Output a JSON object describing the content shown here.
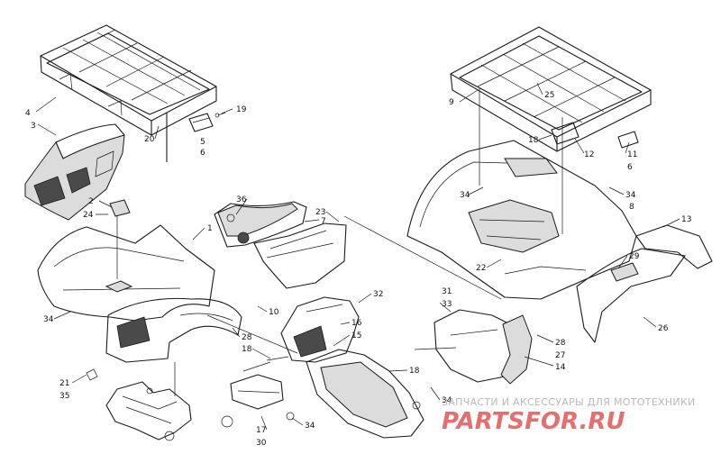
{
  "diagram": {
    "callouts": [
      {
        "id": "c4",
        "text": "4"
      },
      {
        "id": "c3",
        "text": "3"
      },
      {
        "id": "c19",
        "text": "19"
      },
      {
        "id": "c20",
        "text": "20"
      },
      {
        "id": "c5",
        "text": "5"
      },
      {
        "id": "c6a",
        "text": "6"
      },
      {
        "id": "c2",
        "text": "2"
      },
      {
        "id": "c24",
        "text": "24"
      },
      {
        "id": "c1",
        "text": "1"
      },
      {
        "id": "c36",
        "text": "36"
      },
      {
        "id": "c7",
        "text": "7"
      },
      {
        "id": "c23",
        "text": "23"
      },
      {
        "id": "c34a",
        "text": "34"
      },
      {
        "id": "c10",
        "text": "10"
      },
      {
        "id": "c28a",
        "text": "28"
      },
      {
        "id": "c18a",
        "text": "18"
      },
      {
        "id": "c21",
        "text": "21"
      },
      {
        "id": "c35",
        "text": "35"
      },
      {
        "id": "c17",
        "text": "17"
      },
      {
        "id": "c30",
        "text": "30"
      },
      {
        "id": "c34b",
        "text": "34"
      },
      {
        "id": "c32",
        "text": "32"
      },
      {
        "id": "c16",
        "text": "16"
      },
      {
        "id": "c15",
        "text": "15"
      },
      {
        "id": "c18b",
        "text": "18"
      },
      {
        "id": "c31",
        "text": "31"
      },
      {
        "id": "c33",
        "text": "33"
      },
      {
        "id": "c34c",
        "text": "34"
      },
      {
        "id": "c9",
        "text": "9"
      },
      {
        "id": "c25",
        "text": "25"
      },
      {
        "id": "c18c",
        "text": "18"
      },
      {
        "id": "c12",
        "text": "12"
      },
      {
        "id": "c11",
        "text": "11"
      },
      {
        "id": "c6b",
        "text": "6"
      },
      {
        "id": "c34d",
        "text": "34"
      },
      {
        "id": "c34e",
        "text": "34"
      },
      {
        "id": "c8",
        "text": "8"
      },
      {
        "id": "c13",
        "text": "13"
      },
      {
        "id": "c22",
        "text": "22"
      },
      {
        "id": "c29",
        "text": "29"
      },
      {
        "id": "c26",
        "text": "26"
      },
      {
        "id": "c28b",
        "text": "28"
      },
      {
        "id": "c27",
        "text": "27"
      },
      {
        "id": "c14",
        "text": "14"
      }
    ]
  },
  "watermark": {
    "caption": "ЗАПЧАСТИ И АКСЕССУАРЫ ДЛЯ МОТОТЕХНИКИ",
    "brand": "PARTSFOR.RU"
  }
}
